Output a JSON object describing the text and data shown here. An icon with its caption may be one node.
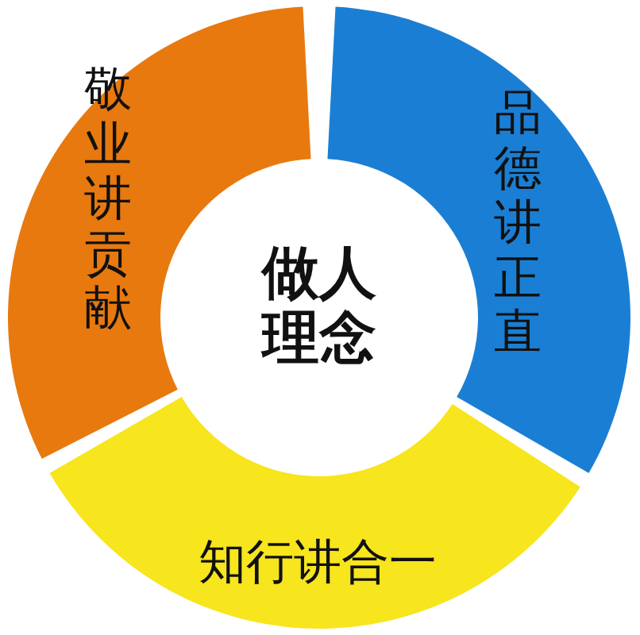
{
  "diagram": {
    "nodes": [
      {
        "text": [
          "敬业讲贡献"
        ]
      },
      {
        "text": [
          "品德讲正直"
        ]
      },
      {
        "text": [
          "做人理念"
        ]
      },
      {
        "text": [
          "知行讲合一"
        ]
      }
    ]
  }
}
